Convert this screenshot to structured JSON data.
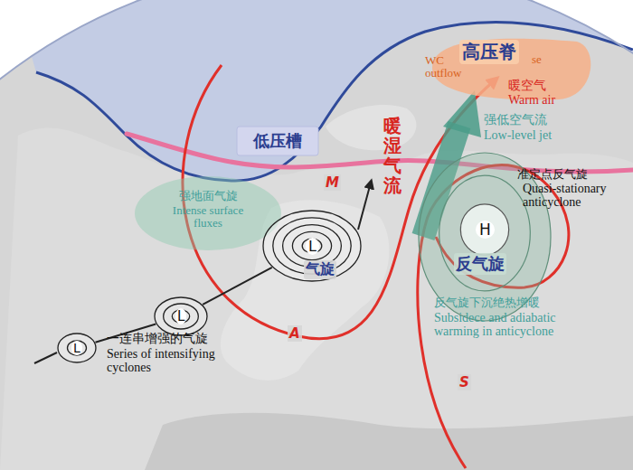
{
  "diagram": {
    "nodes": [
      {
        "text": [
          "高压脊"
        ]
      },
      {
        "text": [
          "低压槽"
        ]
      },
      {
        "text": [
          "强地面气旋",
          "Intense surface fluxes"
        ]
      },
      {
        "text": [
          "L",
          "气旋"
        ]
      },
      {
        "text": [
          "H",
          "反气旋"
        ]
      },
      {
        "text": [
          "L"
        ]
      },
      {
        "text": [
          "L"
        ]
      }
    ],
    "edges": [
      {
        "from": 6,
        "to": 5,
        "arrow": "none"
      },
      {
        "from": 5,
        "to": 3,
        "arrow": "none"
      }
    ],
    "labels": [
      "WC outflow",
      "se",
      "暖空气",
      "Warm air",
      "强低空气流",
      "Low-level jet",
      "M",
      "暖湿气流",
      "准定点反气旋",
      "Quasi-stationary anticyclone",
      "A",
      "一连串增强的气旋",
      "Series of intensifying cyclones",
      "反气旋下沉绝热增暖",
      "Subsidece and adiabatic warming in anticyclone",
      "S"
    ]
  }
}
